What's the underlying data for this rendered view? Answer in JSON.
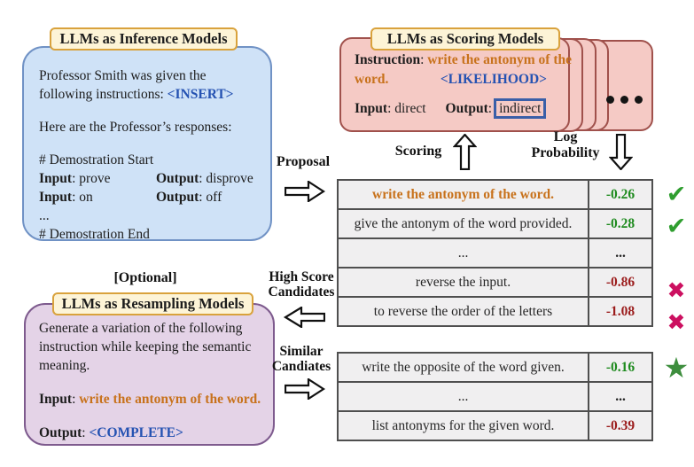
{
  "colors": {
    "orange_text": "#c8721c",
    "blue_token": "#2552b2",
    "green_score": "#1d8a1d",
    "red_score": "#9b1c1c",
    "check_green": "#2f9e2f",
    "cross_magenta": "#cc1060",
    "star_green": "#3e8e3e",
    "inference_fill": "#cfe2f7",
    "scoring_fill": "#f5cac5",
    "resampling_fill": "#e4d3e7",
    "pill_fill": "#fdf4d7",
    "pill_border": "#d9a23c"
  },
  "boxes": {
    "inference": {
      "title": "LLMs as Inference Models",
      "lines": [
        {
          "parts": [
            {
              "t": "Professor Smith was given the"
            }
          ]
        },
        {
          "parts": [
            {
              "t": "following instructions: "
            },
            {
              "t": "<INSERT>",
              "s": "token"
            }
          ]
        },
        {
          "cls": "gap",
          "parts": [
            {
              "t": "Here are the Professor’s responses:"
            }
          ]
        },
        {
          "cls": "gap",
          "parts": [
            {
              "t": "# Demostration Start"
            }
          ]
        },
        {
          "cls": "pair",
          "parts": [
            {
              "t": "Input",
              "s": "b"
            },
            {
              "t": ": prove"
            },
            {
              "t": "Output",
              "s": "b"
            },
            {
              "t": ": disprove"
            }
          ]
        },
        {
          "cls": "pair",
          "parts": [
            {
              "t": "Input",
              "s": "b"
            },
            {
              "t": ": on"
            },
            {
              "t": "Output",
              "s": "b"
            },
            {
              "t": ": off"
            }
          ]
        },
        {
          "parts": [
            {
              "t": "..."
            }
          ]
        },
        {
          "parts": [
            {
              "t": "# Demostration End"
            }
          ]
        }
      ]
    },
    "scoring": {
      "title": "LLMs as Scoring Models",
      "stack_dots": "...",
      "lines": [
        {
          "cls": "nowrap",
          "parts": [
            {
              "t": "Instruction",
              "s": "b"
            },
            {
              "t": ": "
            },
            {
              "t": "write the antonym of the",
              "s": "orange"
            }
          ]
        },
        {
          "cls": "lik",
          "parts": [
            {
              "t": "word.",
              "s": "orange"
            },
            {
              "t": "<LIKELIHOOD>",
              "s": "token lik-tok"
            }
          ]
        },
        {
          "cls": "io nowrap",
          "parts": [
            {
              "t": "Input",
              "s": "b"
            },
            {
              "t": ": direct"
            },
            {
              "t": "Output",
              "s": "b io-gap"
            },
            {
              "t": ":"
            },
            {
              "t": "indirect",
              "s": "boxed"
            }
          ]
        }
      ]
    },
    "resampling": {
      "title": "LLMs as Resampling Models",
      "optional_tag": "[Optional]",
      "lines": [
        {
          "parts": [
            {
              "t": "Generate a variation of the following"
            }
          ]
        },
        {
          "parts": [
            {
              "t": "instruction while keeping the semantic"
            }
          ]
        },
        {
          "parts": [
            {
              "t": "meaning."
            }
          ]
        },
        {
          "cls": "gap2 nowrap",
          "parts": [
            {
              "t": "Input",
              "s": "b"
            },
            {
              "t": ": "
            },
            {
              "t": "write the antonym of the word.",
              "s": "orange"
            }
          ]
        },
        {
          "cls": "gap2",
          "parts": [
            {
              "t": "Output",
              "s": "b"
            },
            {
              "t": ": "
            },
            {
              "t": "<COMPLETE>",
              "s": "token"
            }
          ]
        }
      ]
    }
  },
  "flow": {
    "proposal": "Proposal",
    "scoring": "Scoring",
    "log_line1": "Log",
    "log_line2": "Probability",
    "high_score_line1": "High Score",
    "high_score_line2": "Candidates",
    "similar_line1": "Similar",
    "similar_line2": "Candiates"
  },
  "score_table": {
    "rows": [
      {
        "text": "write the antonym of the word.",
        "text_style": "orange",
        "score": "-0.26",
        "score_style": "green",
        "mark": "check"
      },
      {
        "text": "give the antonym of the word provided.",
        "text_style": "",
        "score": "-0.28",
        "score_style": "green",
        "mark": "check"
      },
      {
        "text": "...",
        "text_style": "",
        "score": "...",
        "score_style": "plain",
        "mark": ""
      },
      {
        "text": "reverse the input.",
        "text_style": "",
        "score": "-0.86",
        "score_style": "red",
        "mark": "cross"
      },
      {
        "text": "to reverse the order of the letters",
        "text_style": "",
        "score": "-1.08",
        "score_style": "red",
        "mark": "cross"
      }
    ]
  },
  "resample_table": {
    "rows": [
      {
        "text": "write the opposite of the word given.",
        "text_style": "",
        "score": "-0.16",
        "score_style": "green",
        "mark": "star"
      },
      {
        "text": "...",
        "text_style": "",
        "score": "...",
        "score_style": "plain",
        "mark": ""
      },
      {
        "text": "list antonyms for the given word.",
        "text_style": "",
        "score": "-0.39",
        "score_style": "red",
        "mark": ""
      }
    ]
  },
  "icons": {
    "check": "✔",
    "cross": "✖",
    "star": "★"
  }
}
